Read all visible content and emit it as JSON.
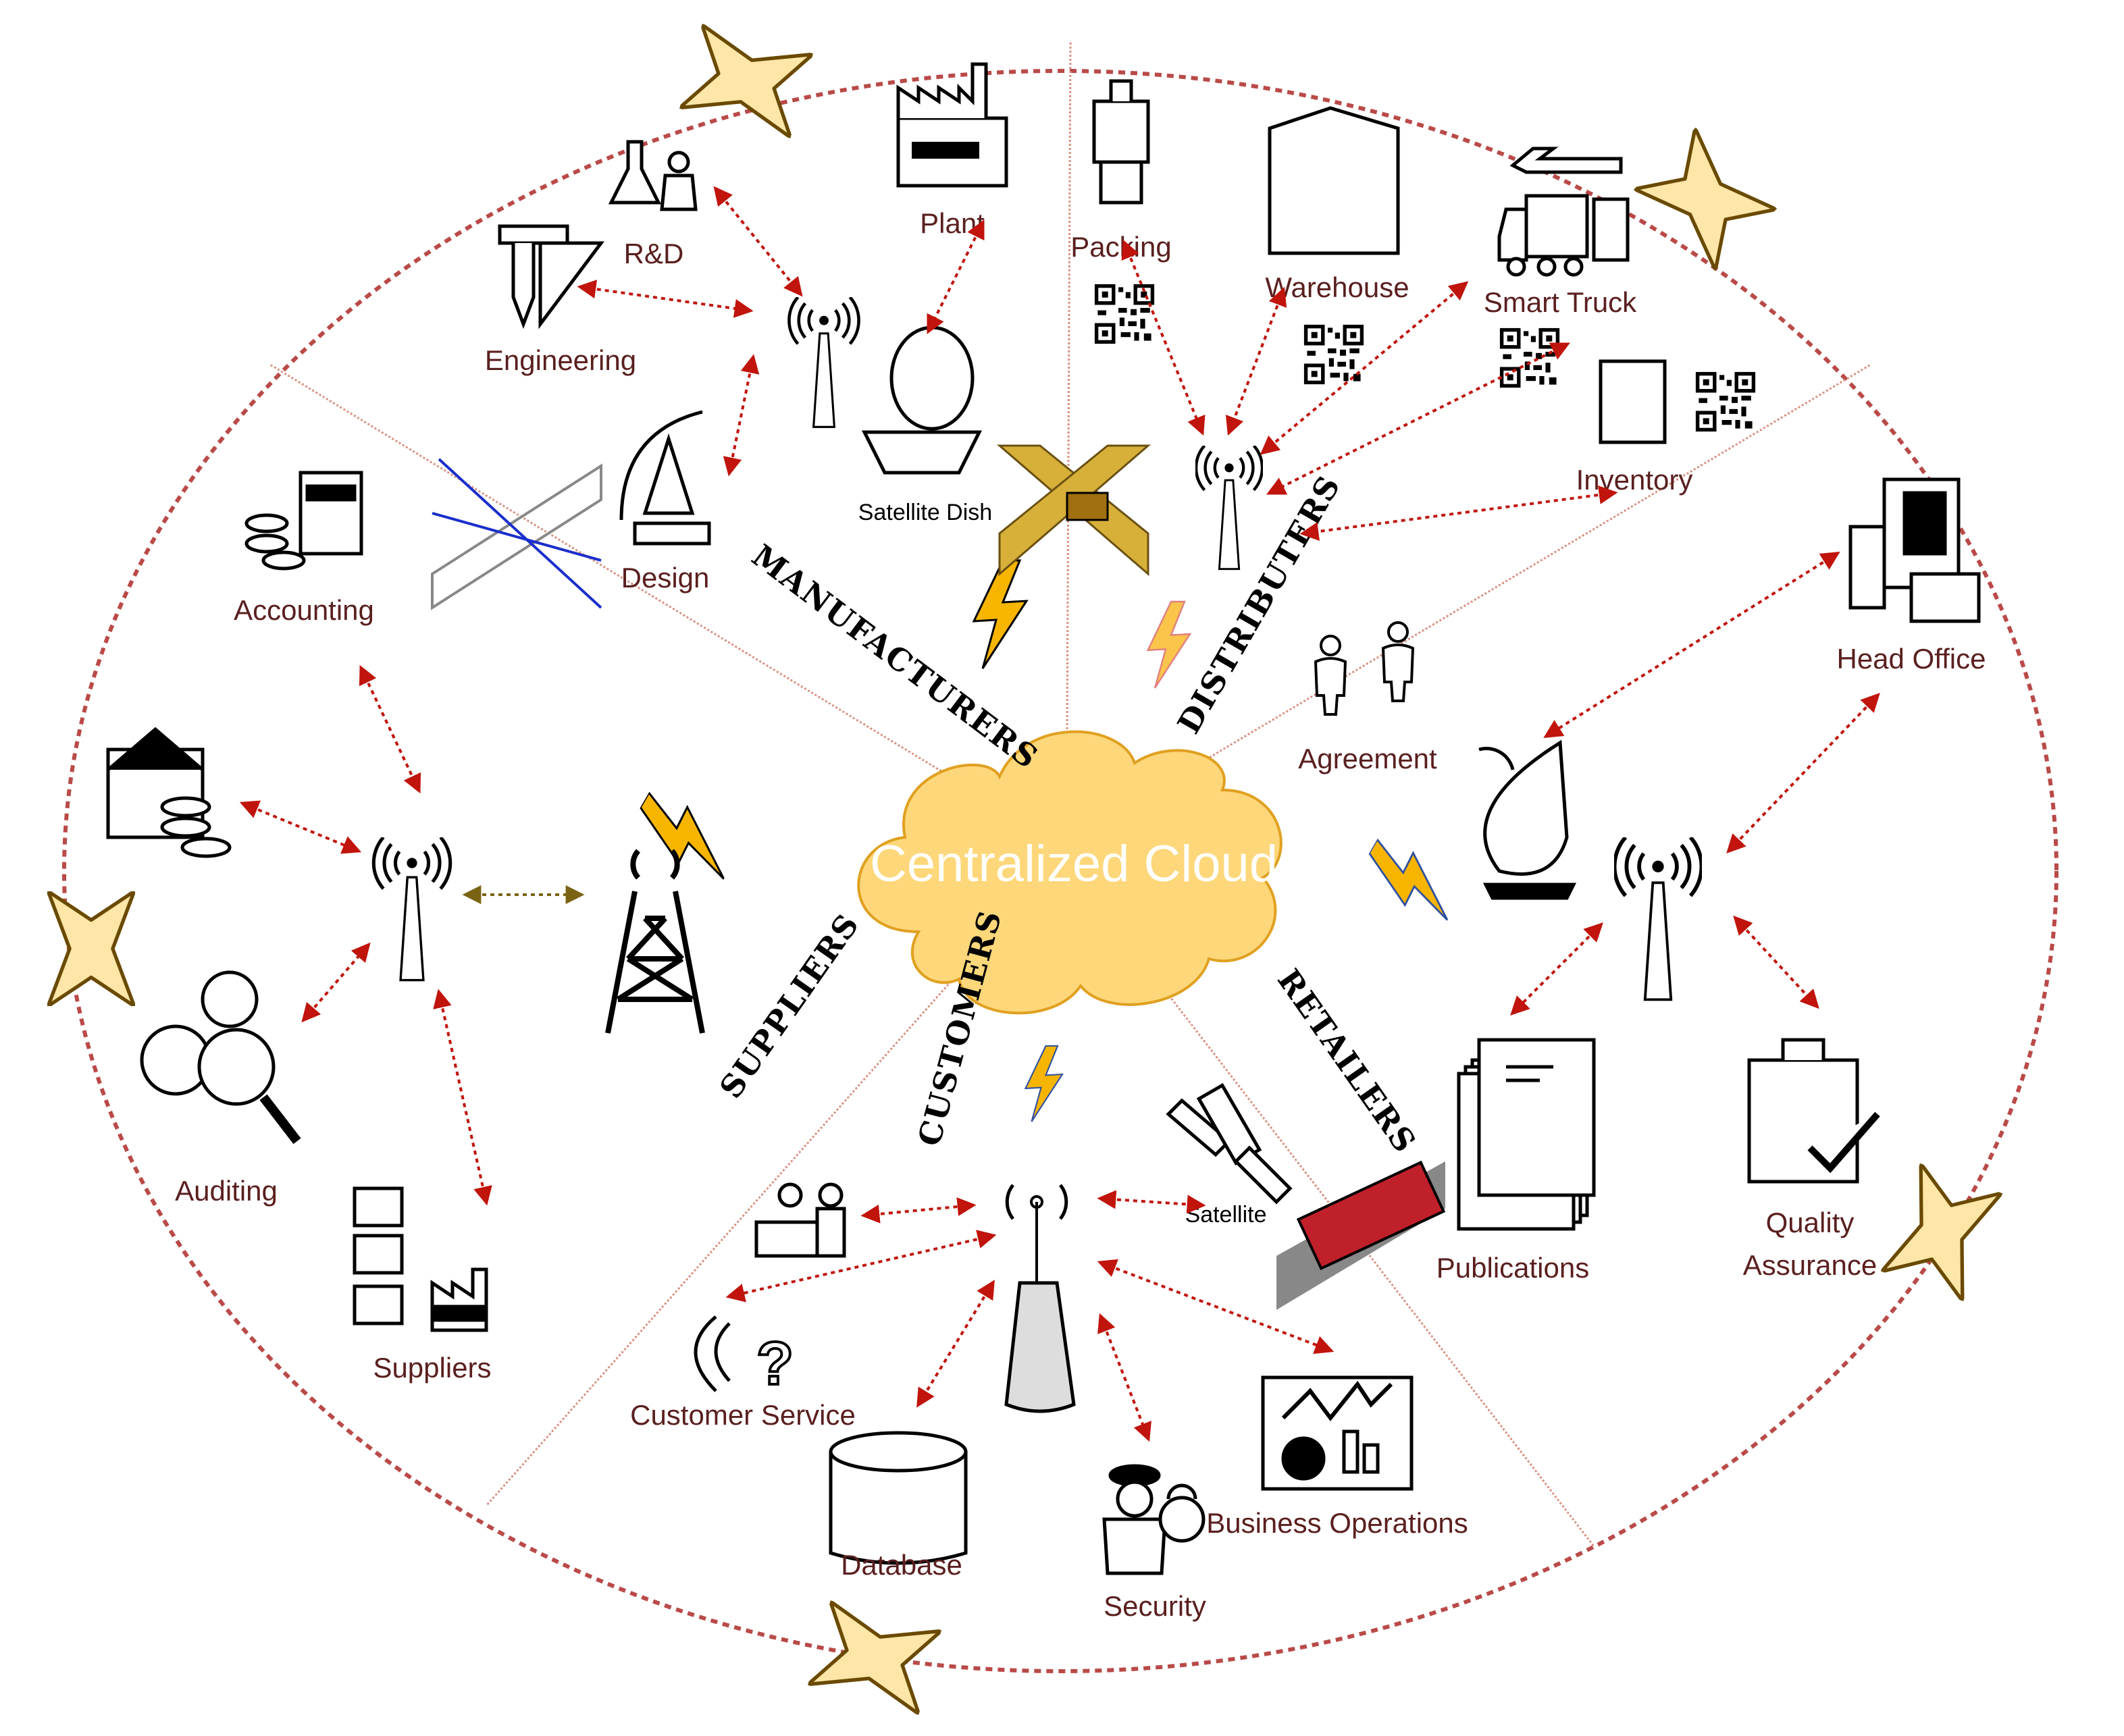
{
  "center": {
    "label": "Centralized Cloud"
  },
  "sectors": {
    "manufacturers": "MANUFACTURERS",
    "distributors": "DISTRIBUTERS",
    "suppliers": "SUPPLIERS",
    "customers": "CUSTOMERS",
    "retailers": "RETAILERS"
  },
  "labels": {
    "plant": "Plant",
    "rnd": "R&D",
    "engineering": "Engineering",
    "design": "Design",
    "satellite_dish": "Satellite Dish",
    "accounting": "Accounting",
    "auditing": "Auditing",
    "suppliers": "Suppliers",
    "packing": "Packing",
    "warehouse": "Warehouse",
    "smart_truck": "Smart Truck",
    "inventory": "Inventory",
    "agreement": "Agreement",
    "head_office": "Head Office",
    "publications": "Publications",
    "quality_line1": "Quality",
    "quality_line2": "Assurance",
    "satellite": "Satellite",
    "customer_service": "Customer Service",
    "database": "Database",
    "security": "Security",
    "business_operations": "Business Operations"
  },
  "colors": {
    "ring": "#b94a48",
    "link_arrow": "#c0140c",
    "cloud_fill": "#fdd77a",
    "cloud_stroke": "#e0a020",
    "chevron_fill": "#fde6a8",
    "bolt_fill": "#f7b500",
    "divider": "#d99080",
    "supplier_link": "#7a6414"
  }
}
